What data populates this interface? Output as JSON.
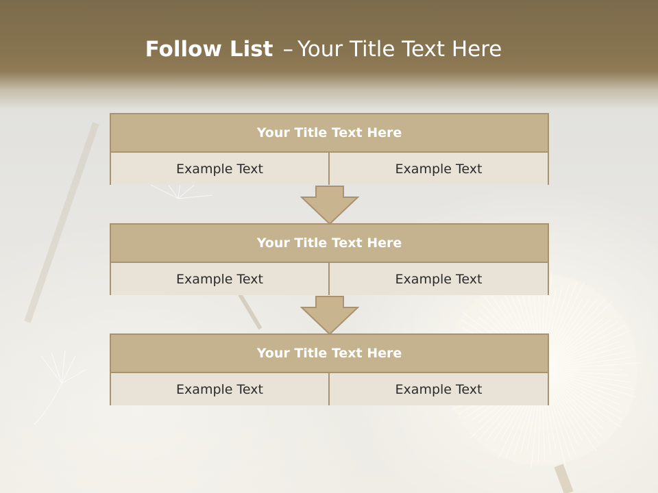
{
  "slide": {
    "title_bold": "Follow List",
    "title_dash": "–",
    "title_rest": "Your Title Text Here",
    "steps": [
      {
        "title": "Your Title Text Here",
        "left": "Example Text",
        "right": "Example Text"
      },
      {
        "title": "Your Title Text Here",
        "left": "Example Text",
        "right": "Example Text"
      },
      {
        "title": "Your Title Text Here",
        "left": "Example Text",
        "right": "Example Text"
      }
    ],
    "background": "dandelion-photo"
  },
  "colors": {
    "header": "#86734f",
    "box_header": "#c5b38f",
    "box_body": "#e8e2d7",
    "border": "#a89270",
    "arrow_fill": "#c8b48e"
  }
}
